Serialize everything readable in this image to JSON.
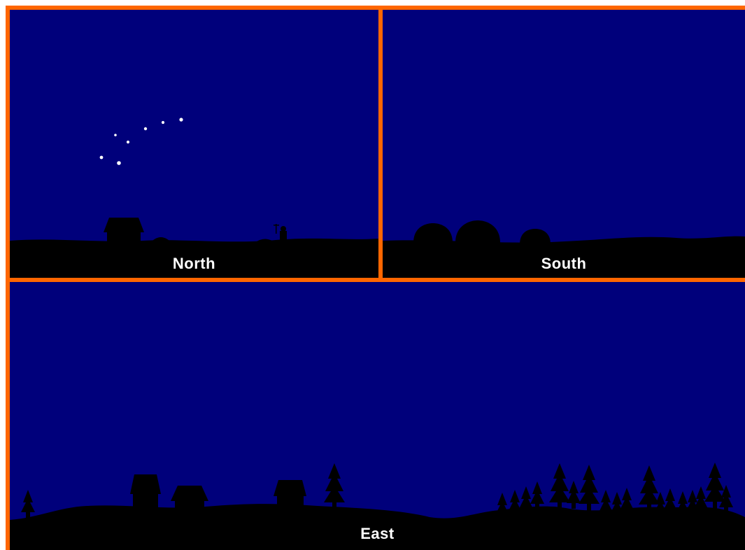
{
  "colors": {
    "frame": "#ff6600",
    "sky": "#00007b",
    "ground": "#000000",
    "star": "#ffffff",
    "label": "#ffffff"
  },
  "panels": {
    "north": {
      "label": "North"
    },
    "south": {
      "label": "South"
    },
    "east": {
      "label": "East"
    }
  }
}
